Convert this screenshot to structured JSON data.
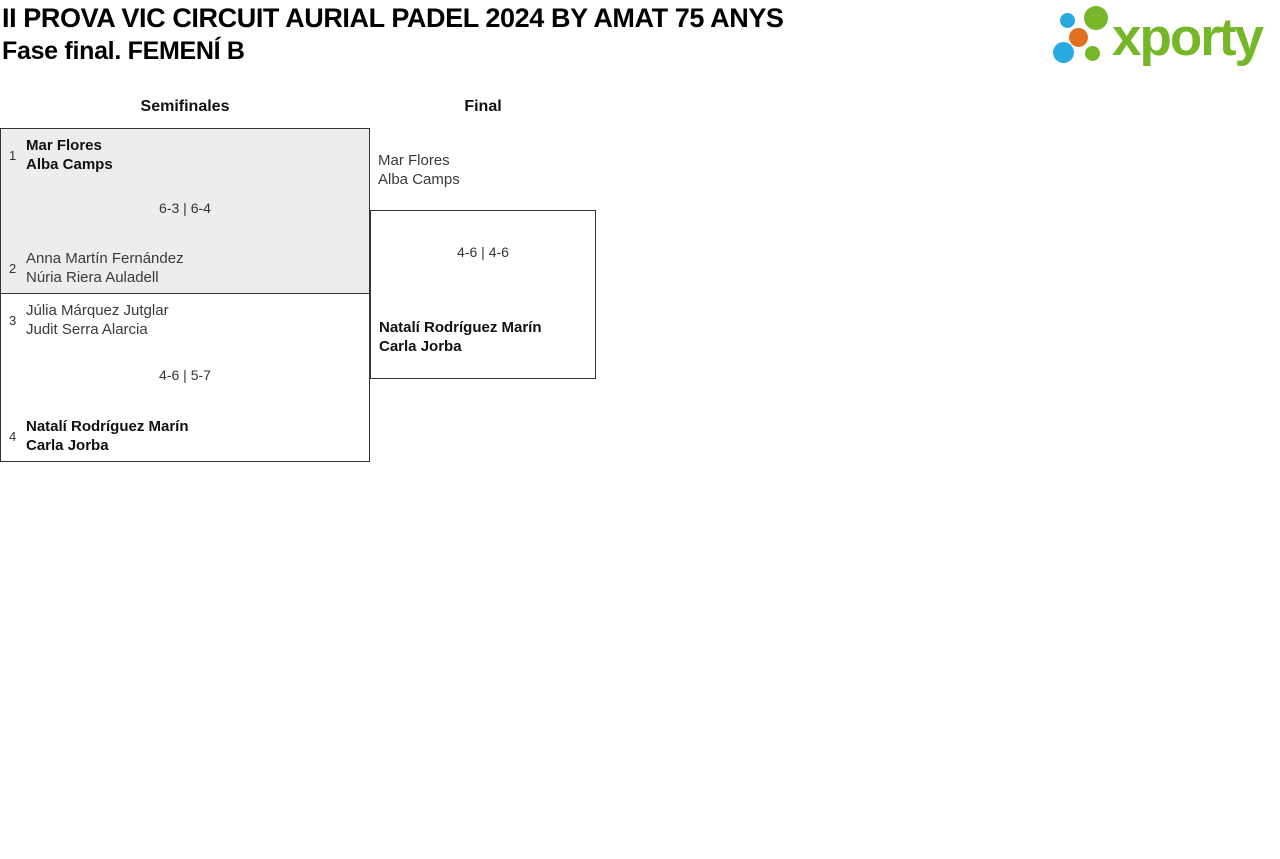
{
  "header": {
    "title": "II PROVA VIC CIRCUIT AURIAL PADEL 2024 BY AMAT 75 ANYS",
    "subtitle": "Fase final. FEMENÍ B"
  },
  "logo": {
    "wordmark": "xporty",
    "colors": {
      "green": "#76b72a",
      "blue": "#29a9e1",
      "orange": "#e2711d"
    }
  },
  "bracket": {
    "rounds": [
      {
        "label": "Semifinales"
      },
      {
        "label": "Final"
      }
    ],
    "semifinals": [
      {
        "seed_top": "1",
        "team_top": [
          "Mar Flores",
          "Alba Camps"
        ],
        "top_winner": true,
        "score": "6-3 | 6-4",
        "seed_bottom": "2",
        "team_bottom": [
          "Anna Martín Fernández",
          "Núria Riera Auladell"
        ],
        "bottom_winner": false
      },
      {
        "seed_top": "3",
        "team_top": [
          "Júlia Márquez Jutglar",
          "Judit Serra Alarcia"
        ],
        "top_winner": false,
        "score": "4-6 | 5-7",
        "seed_bottom": "4",
        "team_bottom": [
          "Natalí Rodríguez Marín",
          "Carla Jorba"
        ],
        "bottom_winner": true
      }
    ],
    "final": {
      "team_top": [
        "Mar Flores",
        "Alba Camps"
      ],
      "top_winner": false,
      "score": "4-6 | 4-6",
      "team_bottom": [
        "Natalí Rodríguez Marín",
        "Carla Jorba"
      ],
      "bottom_winner": true
    }
  }
}
